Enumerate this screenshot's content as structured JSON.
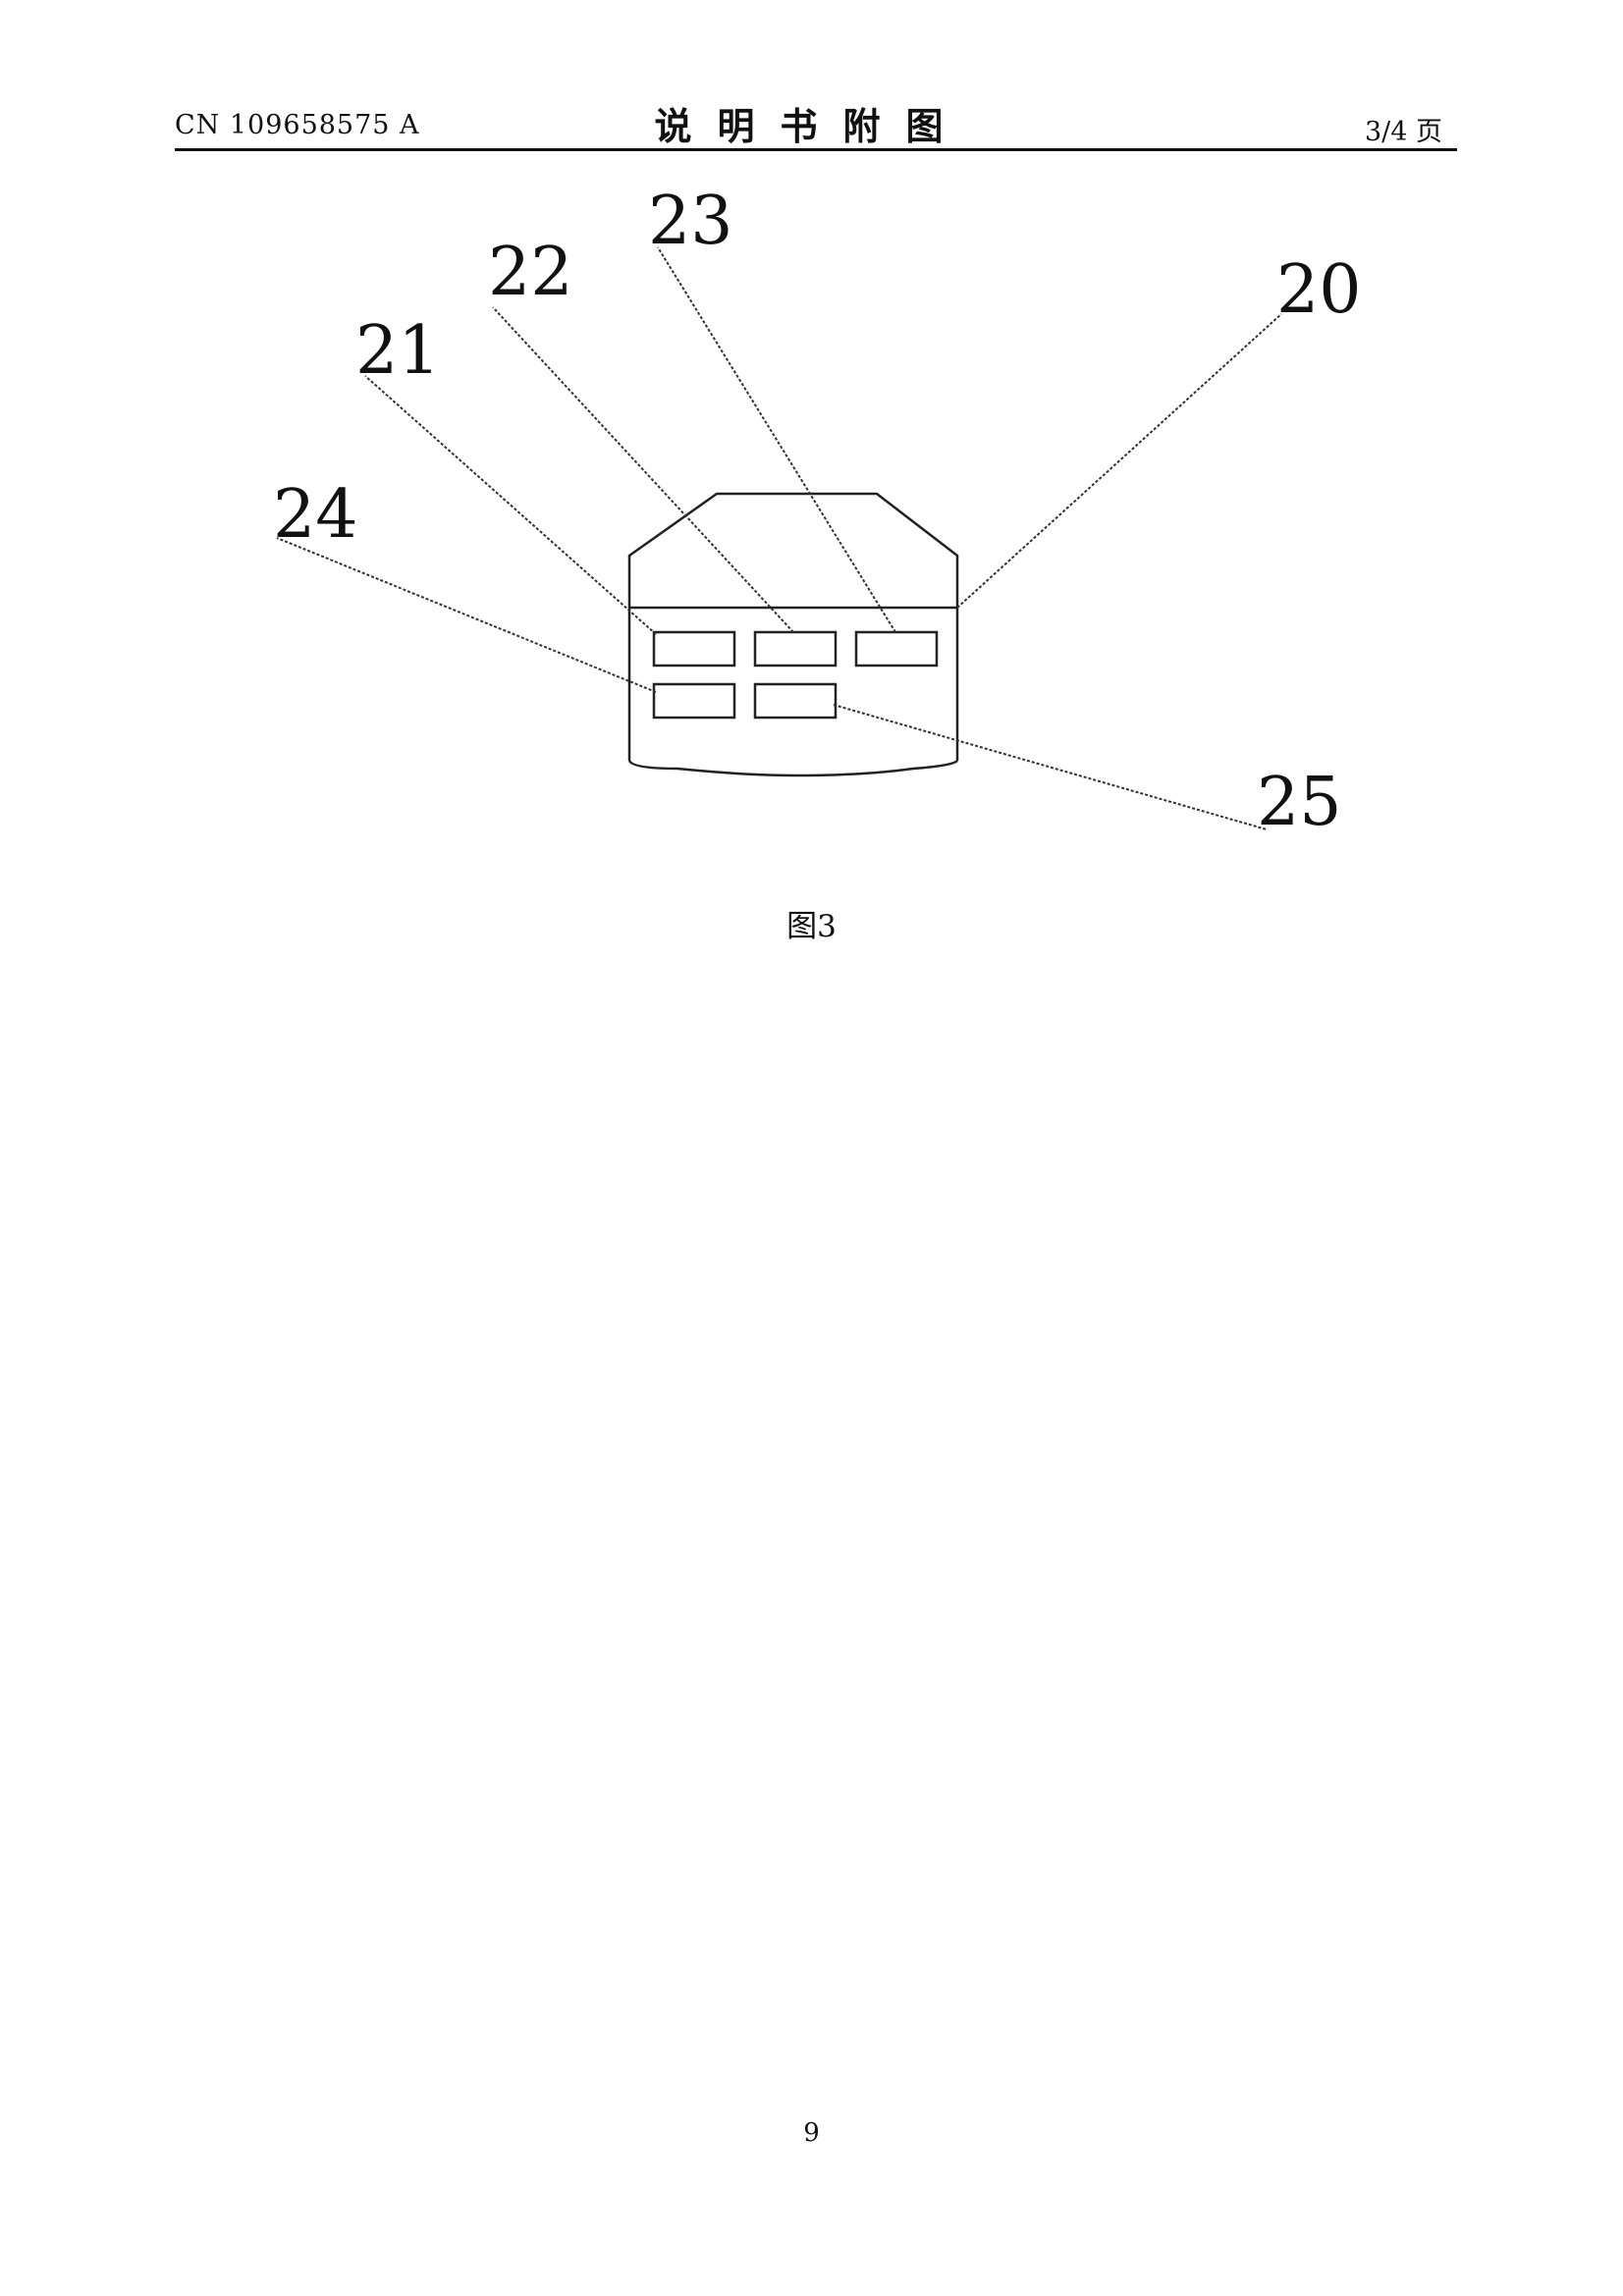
{
  "header": {
    "doc_number": "CN 109658575 A",
    "section_title": "说明书附图",
    "page_fraction": "3/4 页"
  },
  "figure": {
    "caption": "图3",
    "reference_numerals": {
      "housing": "20",
      "box_top_left": "21",
      "box_top_middle": "22",
      "box_top_right": "23",
      "box_bottom_left": "24",
      "box_bottom_right": "25"
    }
  },
  "footer": {
    "page_number": "9"
  }
}
